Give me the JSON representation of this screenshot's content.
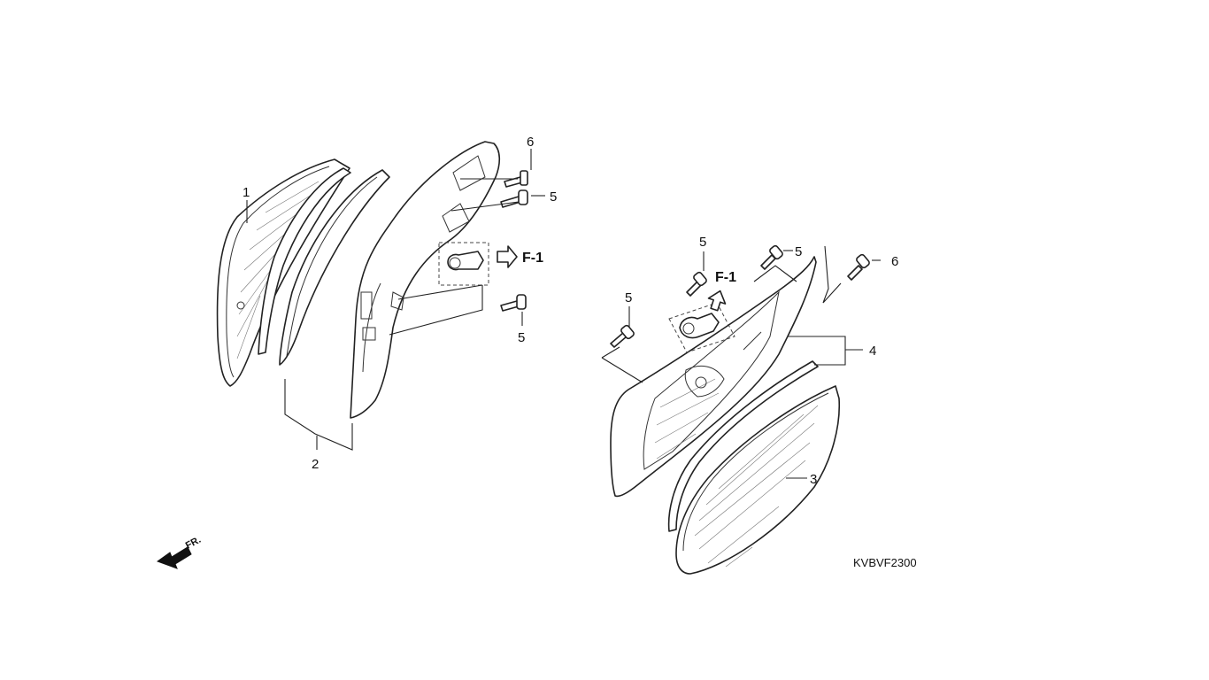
{
  "callouts": {
    "c1": "1",
    "c2": "2",
    "c3": "3",
    "c4": "4",
    "c5a": "5",
    "c5b": "5",
    "c5c": "5",
    "c5d": "5",
    "c6a": "6",
    "c6b": "6"
  },
  "references": {
    "f1_left": "F-1",
    "f1_right": "F-1"
  },
  "front_indicator": "FR.",
  "diagram_code": "KVBVF2300",
  "icons": [
    "screw-icon",
    "bulb-socket-icon",
    "arrow-right-icon",
    "arrow-up-icon",
    "front-arrow-icon"
  ]
}
